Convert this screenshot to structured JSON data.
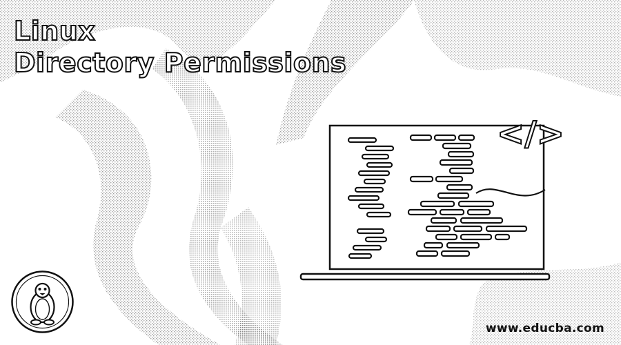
{
  "banner": {
    "title_line_1": "Linux",
    "title_line_2": "Directory Permissions",
    "code_tag_glyph": "</>",
    "site_url": "www.educba.com"
  },
  "graphics": {
    "background": "dithered-swirl-pattern",
    "illustration": "code-screen-laptop-icon",
    "logo": "linux-tux-penguin-icon"
  },
  "colors": {
    "background": "#ffffff",
    "ink": "#111111"
  }
}
